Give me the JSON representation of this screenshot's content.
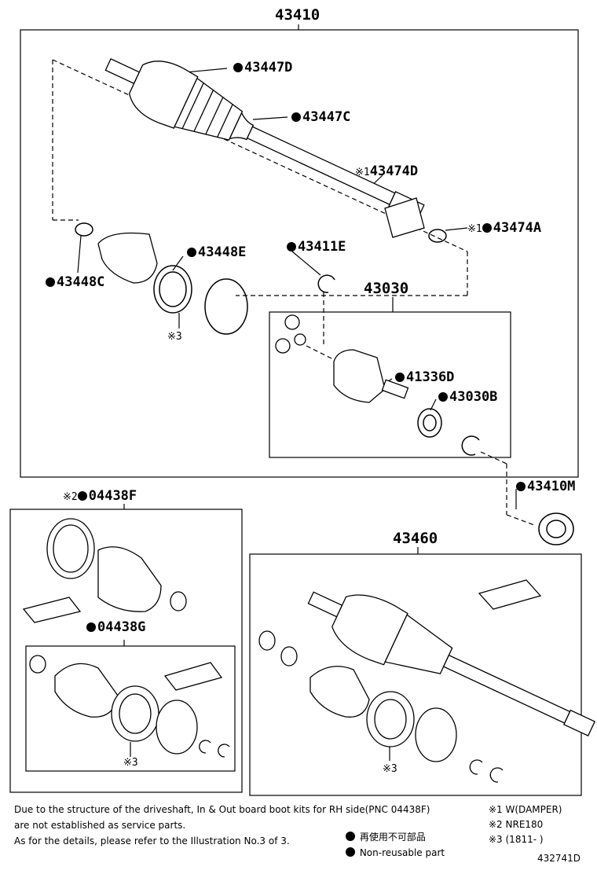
{
  "assemblies": {
    "main": "43410",
    "inboard_joint": "43030",
    "rh_shaft": "43460"
  },
  "parts": {
    "p43447D": "43447D",
    "p43447C": "43447C",
    "p43474D": "43474D",
    "p43474A": "43474A",
    "p43448E": "43448E",
    "p43448C": "43448C",
    "p43411E": "43411E",
    "p41336D": "41336D",
    "p43030B": "43030B",
    "p43410M": "43410M",
    "p04438F": "04438F",
    "p04438G": "04438G"
  },
  "marks": {
    "m1": "※1",
    "m2": "※2",
    "m3": "※3"
  },
  "footer": {
    "line1": "Due to the structure of the driveshaft, In & Out board boot kits for RH side(PNC 04438F)",
    "line2": "are not established as service parts.",
    "line3": "As for the details, please refer to the Illustration No.3 of 3.",
    "legend_jp": "再使用不可部品",
    "legend_en": "Non-reusable part",
    "note1": "※1 W(DAMPER)",
    "note2": "※2 NRE180",
    "note3": "※3 (1811-      )",
    "ref": "432741D"
  }
}
